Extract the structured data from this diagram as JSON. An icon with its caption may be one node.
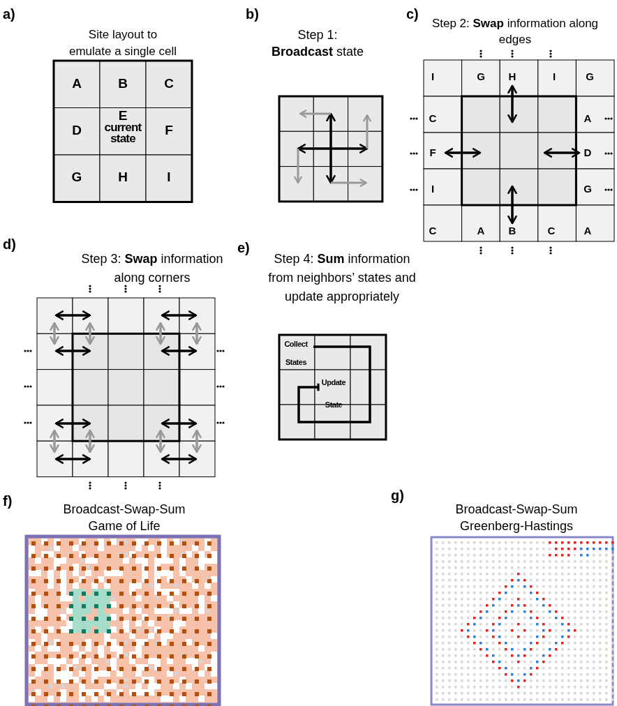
{
  "diagram": {
    "nodes": [
      {
        "text": [
          "Collect States"
        ]
      },
      {
        "text": [
          "Update State"
        ]
      }
    ],
    "edges": [
      {
        "from": 0,
        "to": 1,
        "arrow": "other"
      }
    ],
    "labels": [
      "a)",
      "Site layout to emulate a single cell",
      "A",
      "B",
      "C",
      "D",
      "E",
      "current state",
      "F",
      "G",
      "H",
      "I",
      "b)",
      "Step 1: **Broadcast** state",
      "c)",
      "Step 2: **Swap** information along edges",
      "I",
      "G",
      "H",
      "I",
      "G",
      "C",
      "A",
      "F",
      "D",
      "I",
      "G",
      "C",
      "A",
      "B",
      "C",
      "A",
      "d)",
      "Step 3: **Swap** information along corners",
      "e)",
      "Step 4: **Sum** information from neighbors’ states and update appropriately",
      "f)",
      "Broadcast-Swap-Sum Game of Life",
      "g)",
      "Broadcast-Swap-Sum Greenberg-Hastings"
    ]
  }
}
